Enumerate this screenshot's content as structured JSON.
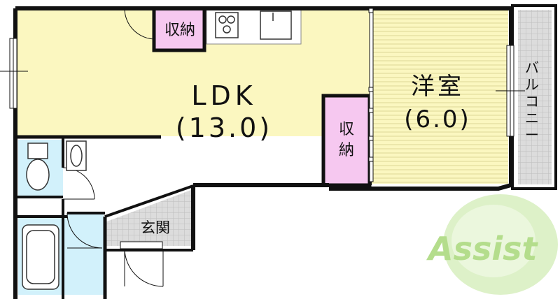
{
  "rooms": {
    "ldk": {
      "name": "LDK",
      "size": "(13.0)"
    },
    "western": {
      "name": "洋室",
      "size": "(6.0)"
    },
    "storage_kitchen": "収納",
    "storage_western": [
      "収",
      "納"
    ],
    "entrance": "玄関",
    "balcony": [
      "バ",
      "ル",
      "コ",
      "ニ",
      "ー"
    ]
  },
  "watermark": {
    "text": "Assist"
  },
  "colors": {
    "ldk": "#fbf7c0",
    "western": "#fbf7c0",
    "storage": "#f6c8f0",
    "bath": "#d2f1fb",
    "entrance": "#d9d9d9",
    "wall": "#111111",
    "watermark": "#c9e6a4"
  }
}
